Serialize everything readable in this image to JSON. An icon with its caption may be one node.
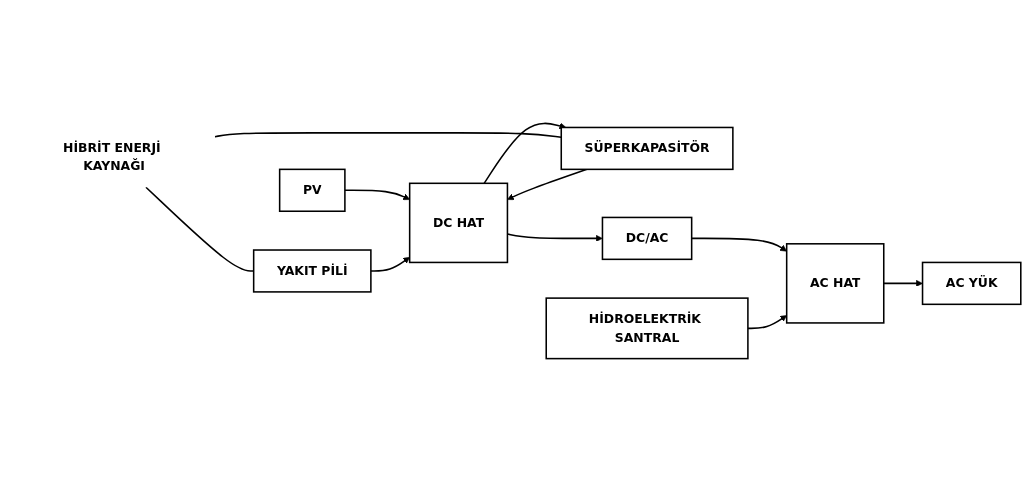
{
  "diagram": {
    "nodes": [
      {
        "text": [
          "PV"
        ]
      },
      {
        "text": [
          "YAKIT PİLİ"
        ]
      },
      {
        "text": [
          "SÜPERKAPASİTÖR"
        ]
      },
      {
        "text": [
          "DC HAT"
        ]
      },
      {
        "text": [
          "DC/AC"
        ]
      },
      {
        "text": [
          "AC HAT"
        ]
      },
      {
        "text": [
          "HİDROELEKTRİK SANTRAL"
        ]
      },
      {
        "text": [
          "AC YÜK"
        ]
      },
      {
        "text": [
          "HİBRİT ENERJİ KAYNAĞI"
        ]
      }
    ],
    "edges": [
      {
        "from": 0,
        "to": 3,
        "arrow": "to"
      },
      {
        "from": 1,
        "to": 3,
        "arrow": "to"
      },
      {
        "from": 2,
        "to": 3,
        "arrow": "to"
      },
      {
        "from": 3,
        "to": 2,
        "arrow": "to"
      },
      {
        "from": 3,
        "to": 4,
        "arrow": "to"
      },
      {
        "from": 4,
        "to": 5,
        "arrow": "to"
      },
      {
        "from": 6,
        "to": 5,
        "arrow": "to"
      },
      {
        "from": 5,
        "to": 7,
        "arrow": "to"
      },
      {
        "from": 8,
        "to": 1,
        "arrow": "none"
      },
      {
        "from": 8,
        "to": 2,
        "arrow": "none"
      }
    ]
  }
}
